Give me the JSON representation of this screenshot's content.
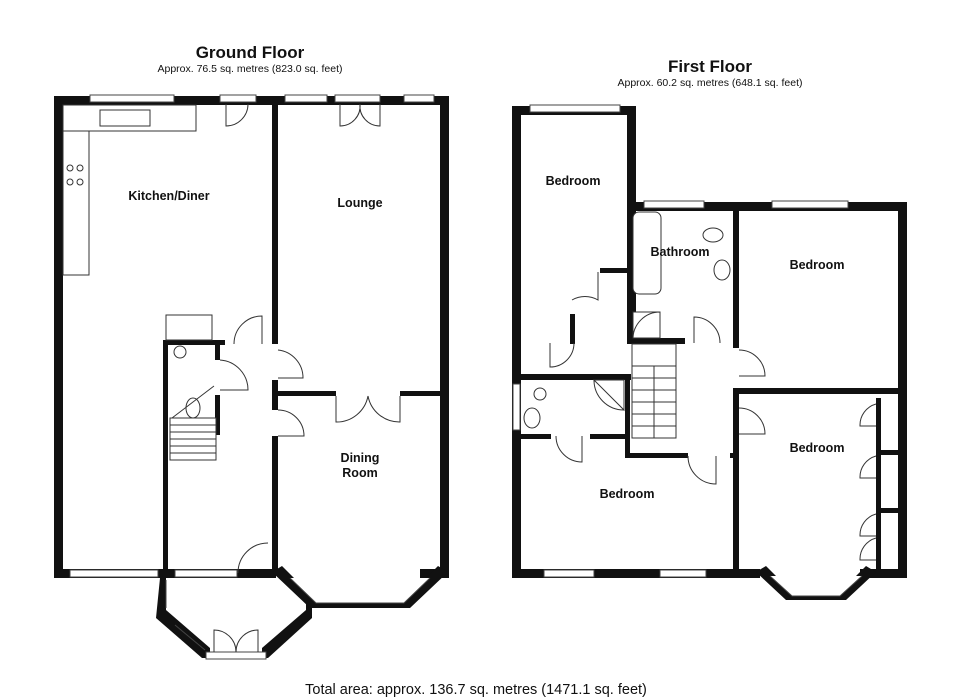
{
  "ground_floor": {
    "title": "Ground Floor",
    "area": "Approx. 76.5 sq. metres (823.0 sq. feet)",
    "rooms": [
      "Kitchen/Diner",
      "Lounge",
      "Dining",
      "Room"
    ]
  },
  "first_floor": {
    "title": "First Floor",
    "area": "Approx. 60.2 sq. metres (648.1 sq. feet)",
    "rooms": [
      "Bedroom",
      "Bathroom",
      "Bedroom",
      "Bedroom",
      "Bedroom"
    ]
  },
  "total_area": "Total area: approx. 136.7 sq. metres (1471.1 sq. feet)"
}
